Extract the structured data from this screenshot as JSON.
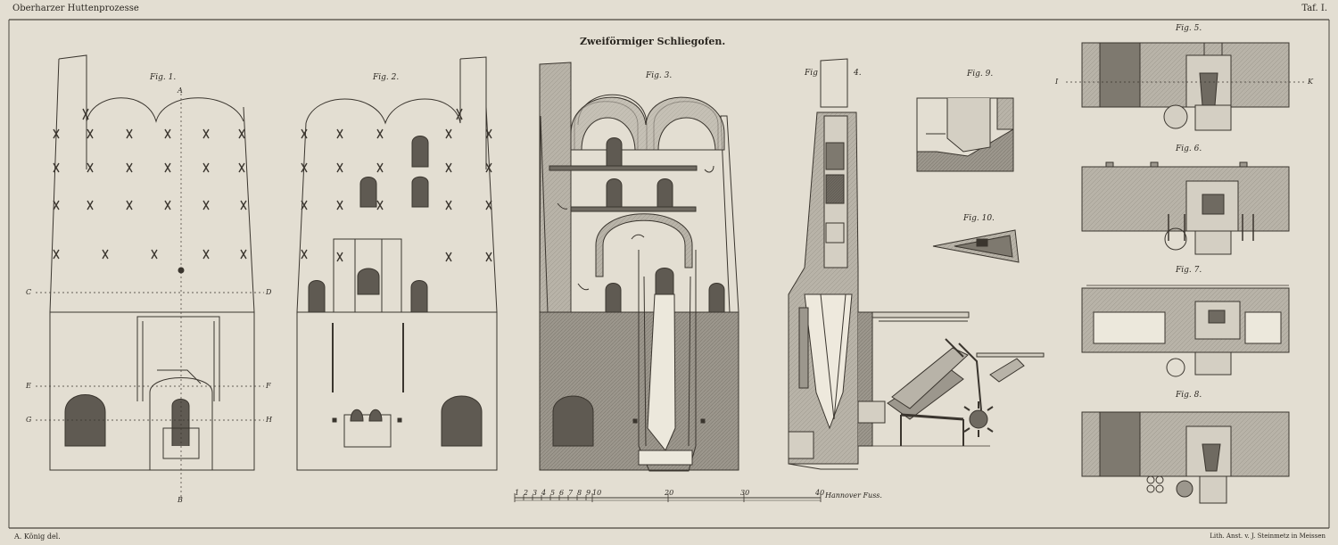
{
  "header": {
    "left": "Oberharzer Huttenprozesse",
    "right": "Taf. I.",
    "title": "Zweiförmiger Schliegofen."
  },
  "footer": {
    "left": "A. König del.",
    "right": "Lith. Anst. v. J. Steinmetz in Meissen"
  },
  "figures": {
    "fig1": "Fig. 1.",
    "fig2": "Fig. 2.",
    "fig3": "Fig. 3.",
    "fig4a": "Fig",
    "fig4b": "4.",
    "fig5": "Fig. 5.",
    "fig6": "Fig. 6.",
    "fig7": "Fig. 7.",
    "fig8": "Fig. 8.",
    "fig9": "Fig. 9.",
    "fig10": "Fig. 10."
  },
  "section_letters": {
    "A": "A",
    "B": "B",
    "C": "C",
    "D": "D",
    "E": "E",
    "F": "F",
    "G": "G",
    "H": "H",
    "I": "I",
    "K": "K"
  },
  "scale": {
    "ticks": [
      "1",
      "2",
      "3",
      "4",
      "5",
      "6",
      "7",
      "8",
      "9",
      "10",
      "20",
      "30",
      "40"
    ],
    "unit": "Hannover Fuss."
  }
}
